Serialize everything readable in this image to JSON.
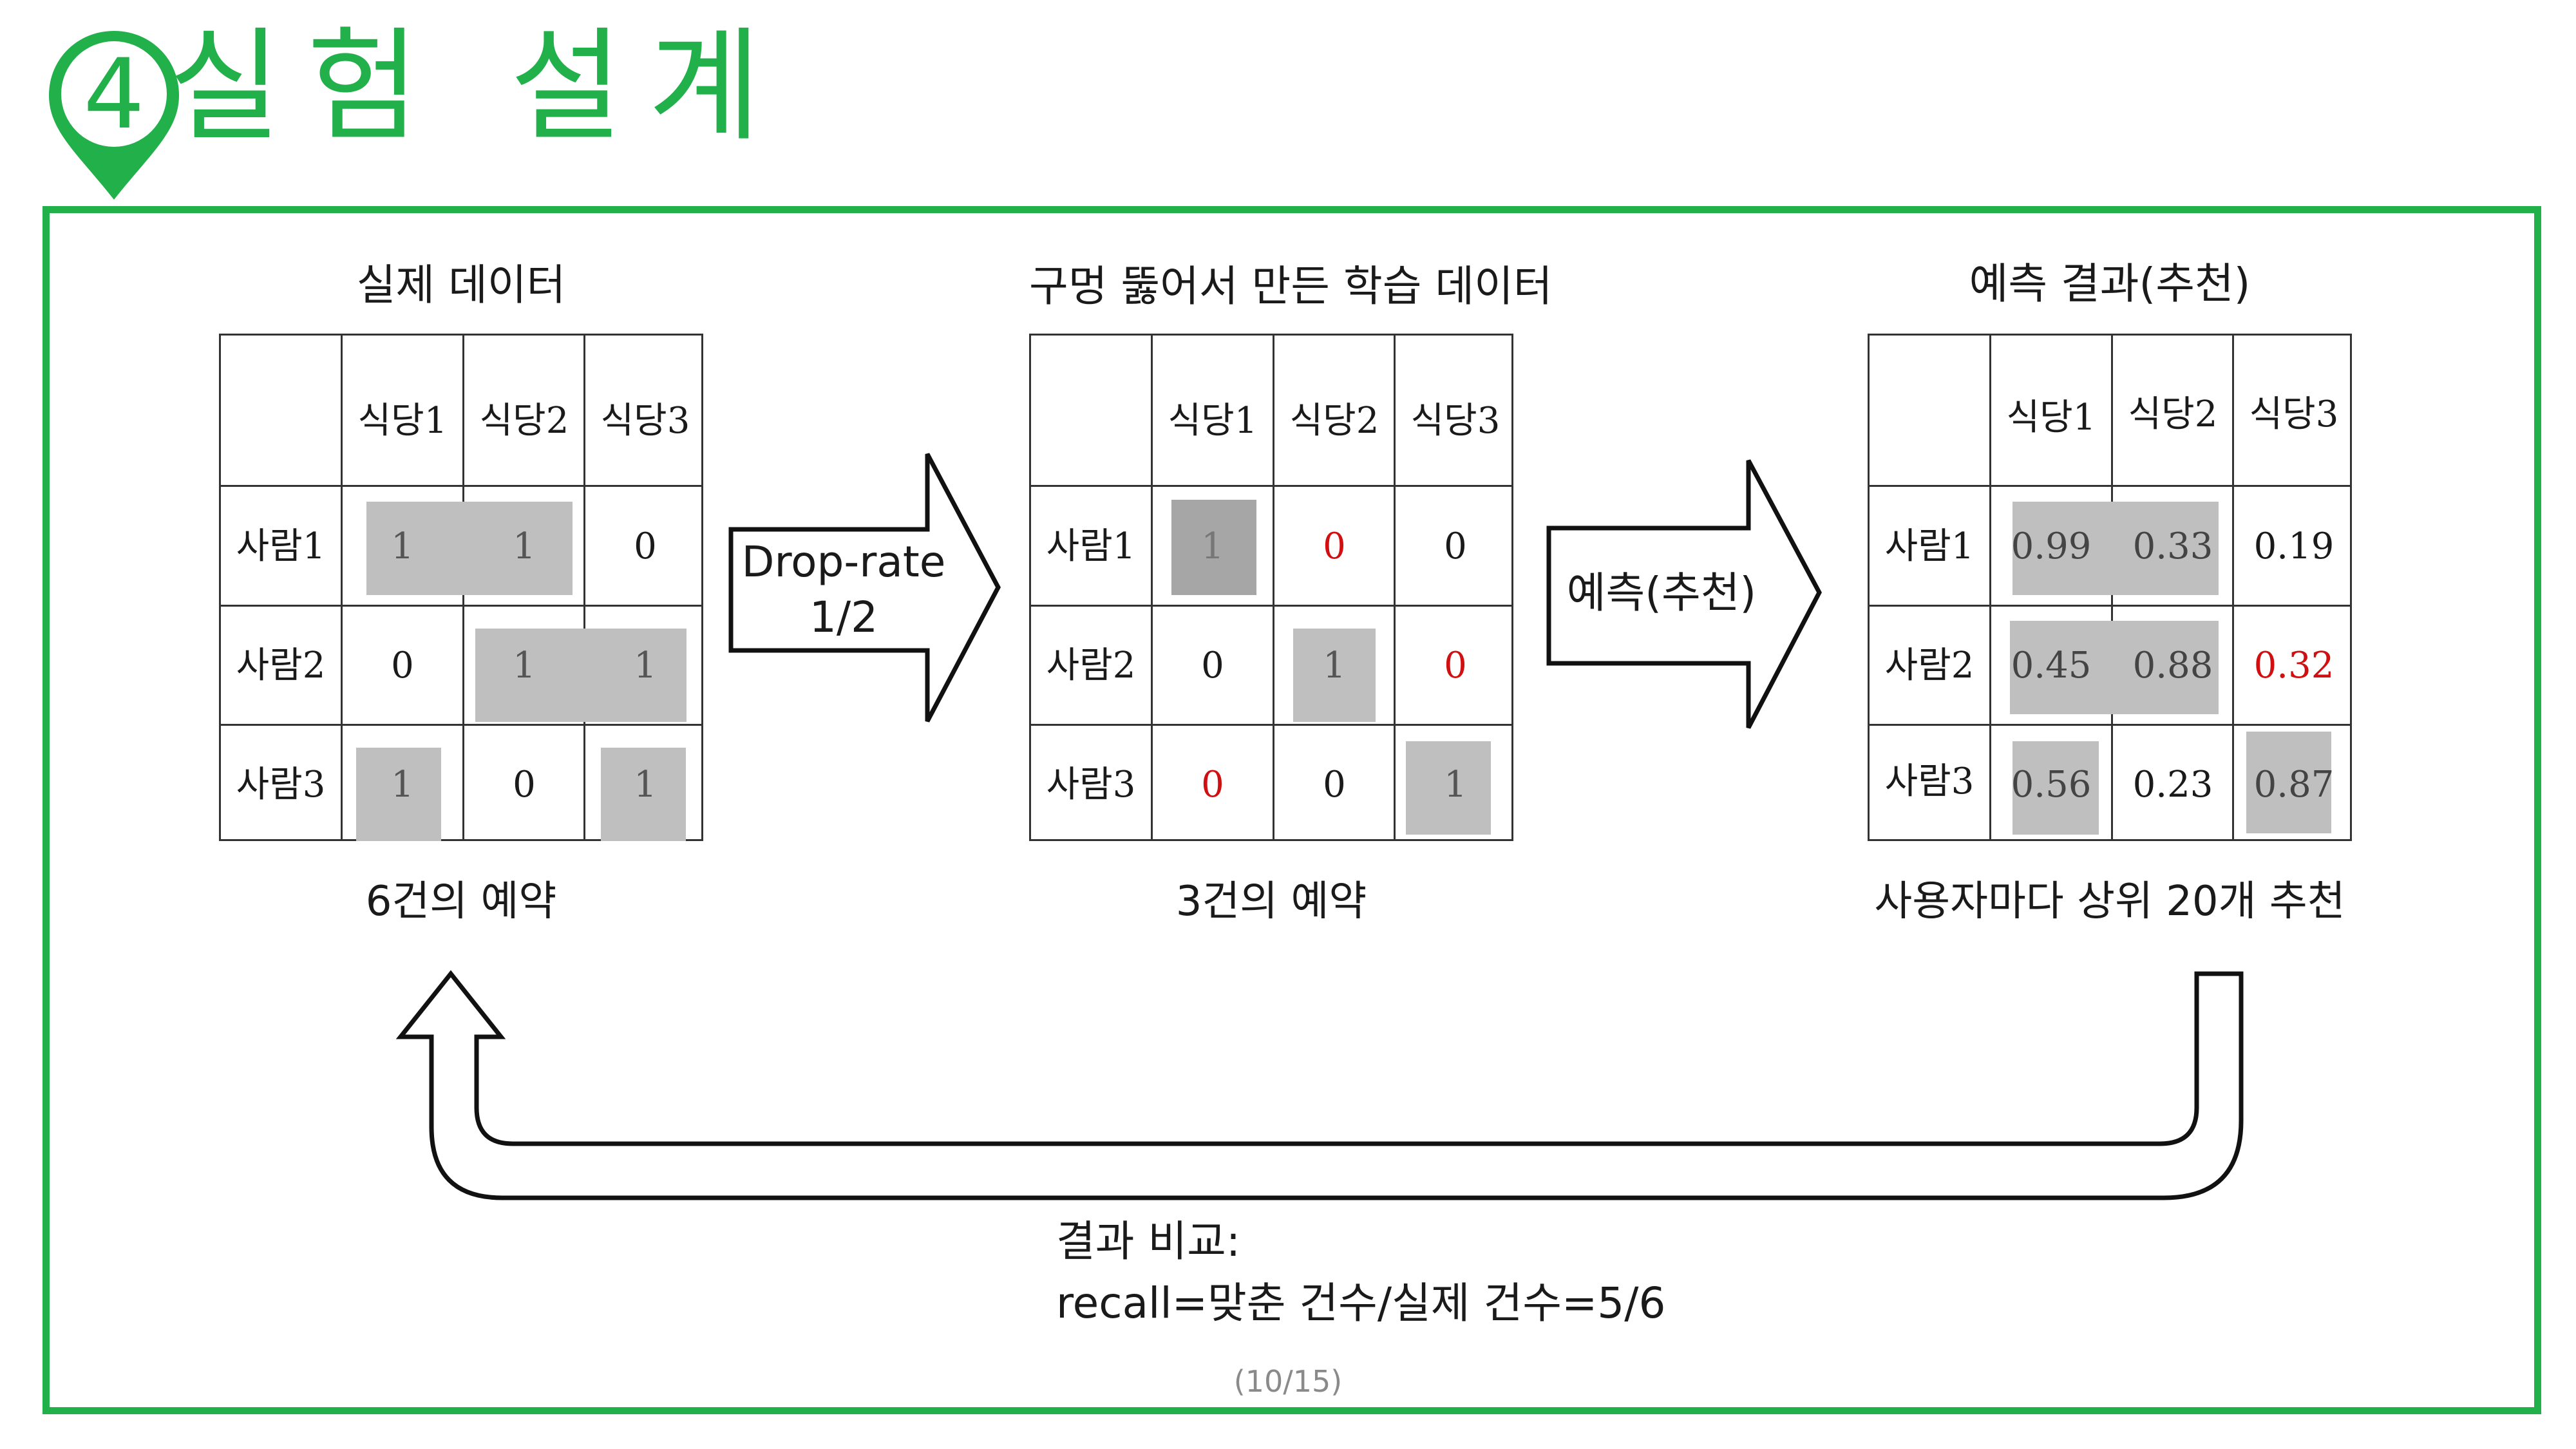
{
  "slide": {
    "badge_number": "4",
    "title": "실험 설계",
    "page": "(10/15)"
  },
  "tables": [
    {
      "title": "실제 데이터",
      "columns": [
        "식당1",
        "식당2",
        "식당3"
      ],
      "rows": [
        {
          "label": "사람1",
          "cells": [
            "1",
            "1",
            "0"
          ]
        },
        {
          "label": "사람2",
          "cells": [
            "0",
            "1",
            "1"
          ]
        },
        {
          "label": "사람3",
          "cells": [
            "1",
            "0",
            "1"
          ]
        }
      ],
      "caption": "6건의 예약"
    },
    {
      "title": "구멍 뚫어서 만든 학습 데이터",
      "columns": [
        "식당1",
        "식당2",
        "식당3"
      ],
      "rows": [
        {
          "label": "사람1",
          "cells": [
            "1",
            "0",
            "0"
          ]
        },
        {
          "label": "사람2",
          "cells": [
            "0",
            "1",
            "0"
          ]
        },
        {
          "label": "사람3",
          "cells": [
            "0",
            "0",
            "1"
          ]
        }
      ],
      "caption": "3건의 예약"
    },
    {
      "title": "예측 결과(추천)",
      "columns": [
        "식당1",
        "식당2",
        "식당3"
      ],
      "rows": [
        {
          "label": "사람1",
          "cells": [
            "0.99",
            "0.33",
            "0.19"
          ]
        },
        {
          "label": "사람2",
          "cells": [
            "0.45",
            "0.88",
            "0.32"
          ]
        },
        {
          "label": "사람3",
          "cells": [
            "0.56",
            "0.23",
            "0.87"
          ]
        }
      ],
      "caption": "사용자마다 상위 20개 추천"
    }
  ],
  "arrows": {
    "drop_rate_line1": "Drop-rate",
    "drop_rate_line2": "1/2",
    "predict": "예측(추천)"
  },
  "comparison": {
    "line1": "결과 비교:",
    "line2": "recall=맞춘 건수/실제 건수=5/6"
  },
  "colors": {
    "accent_green": "#22b04b",
    "highlight_gray": "#bfbfbf",
    "highlight_dark": "#a6a6a6",
    "red_value": "#d01010"
  }
}
